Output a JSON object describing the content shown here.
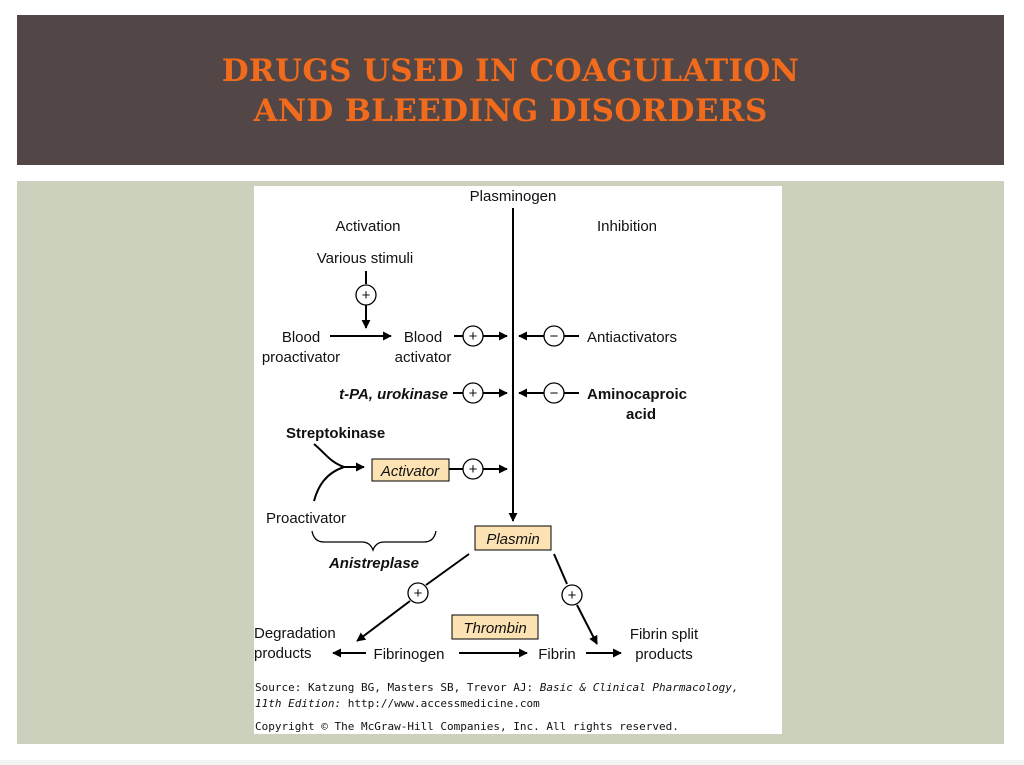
{
  "slide": {
    "title_line1": "DRUGS USED IN COAGULATION",
    "title_line2": "AND BLEEDING DISORDERS"
  },
  "colors": {
    "header_bg": "#524746",
    "title_color": "#f26a1b",
    "content_bg": "#cbd1bd",
    "box_fill": "#fde3b4"
  },
  "diagram": {
    "plasminogen": "Plasminogen",
    "activation": "Activation",
    "inhibition": "Inhibition",
    "various_stimuli": "Various stimuli",
    "blood_proactivator_1": "Blood",
    "blood_proactivator_2": "proactivator",
    "blood_activator_1": "Blood",
    "blood_activator_2": "activator",
    "antiactivators": "Antiactivators",
    "tpa": "t-PA, urokinase",
    "aminocaproic_1": "Aminocaproic",
    "aminocaproic_2": "acid",
    "streptokinase": "Streptokinase",
    "activator_box": "Activator",
    "proactivator": "Proactivator",
    "anistreplase": "Anistreplase",
    "plasmin_box": "Plasmin",
    "thrombin_box": "Thrombin",
    "degradation_1": "Degradation",
    "degradation_2": "products",
    "fibrinogen": "Fibrinogen",
    "fibrin": "Fibrin",
    "fibrin_split_1": "Fibrin split",
    "fibrin_split_2": "products",
    "plus": "+",
    "minus": "−",
    "source_1a": "Source: Katzung BG, Masters SB, Trevor AJ: ",
    "source_1b": "Basic & Clinical Pharmacology,",
    "source_2a": "11th Edition: ",
    "source_2b": "http://www.accessmedicine.com",
    "copyright": "Copyright © The McGraw-Hill Companies, Inc. All rights reserved."
  }
}
